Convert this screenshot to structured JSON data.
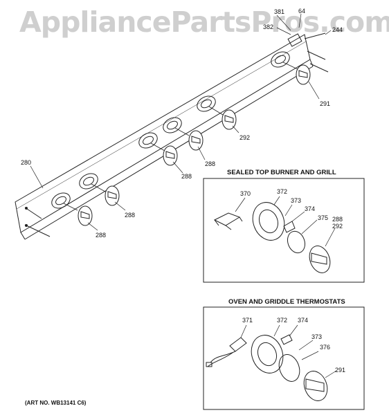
{
  "watermark": "AppliancePartsPros.com",
  "art_number": "(ART NO. WB13141 C6)",
  "panel": {
    "callouts": {
      "c381": "381",
      "c64": "64",
      "c382": "382",
      "c244": "244",
      "c291": "291",
      "c292": "292",
      "c288_a": "288",
      "c288_b": "288",
      "c288_c": "288",
      "c288_d": "288",
      "c280": "280"
    }
  },
  "sealed_top": {
    "title": "SEALED TOP BURNER AND GRILL",
    "callouts": {
      "c370": "370",
      "c372": "372",
      "c373": "373",
      "c374": "374",
      "c375": "375",
      "c288": "288",
      "c292": "292"
    }
  },
  "oven_griddle": {
    "title": "OVEN AND GRIDDLE THERMOSTATS",
    "callouts": {
      "c371": "371",
      "c372": "372",
      "c374": "374",
      "c373": "373",
      "c376": "376",
      "c291": "291"
    }
  }
}
